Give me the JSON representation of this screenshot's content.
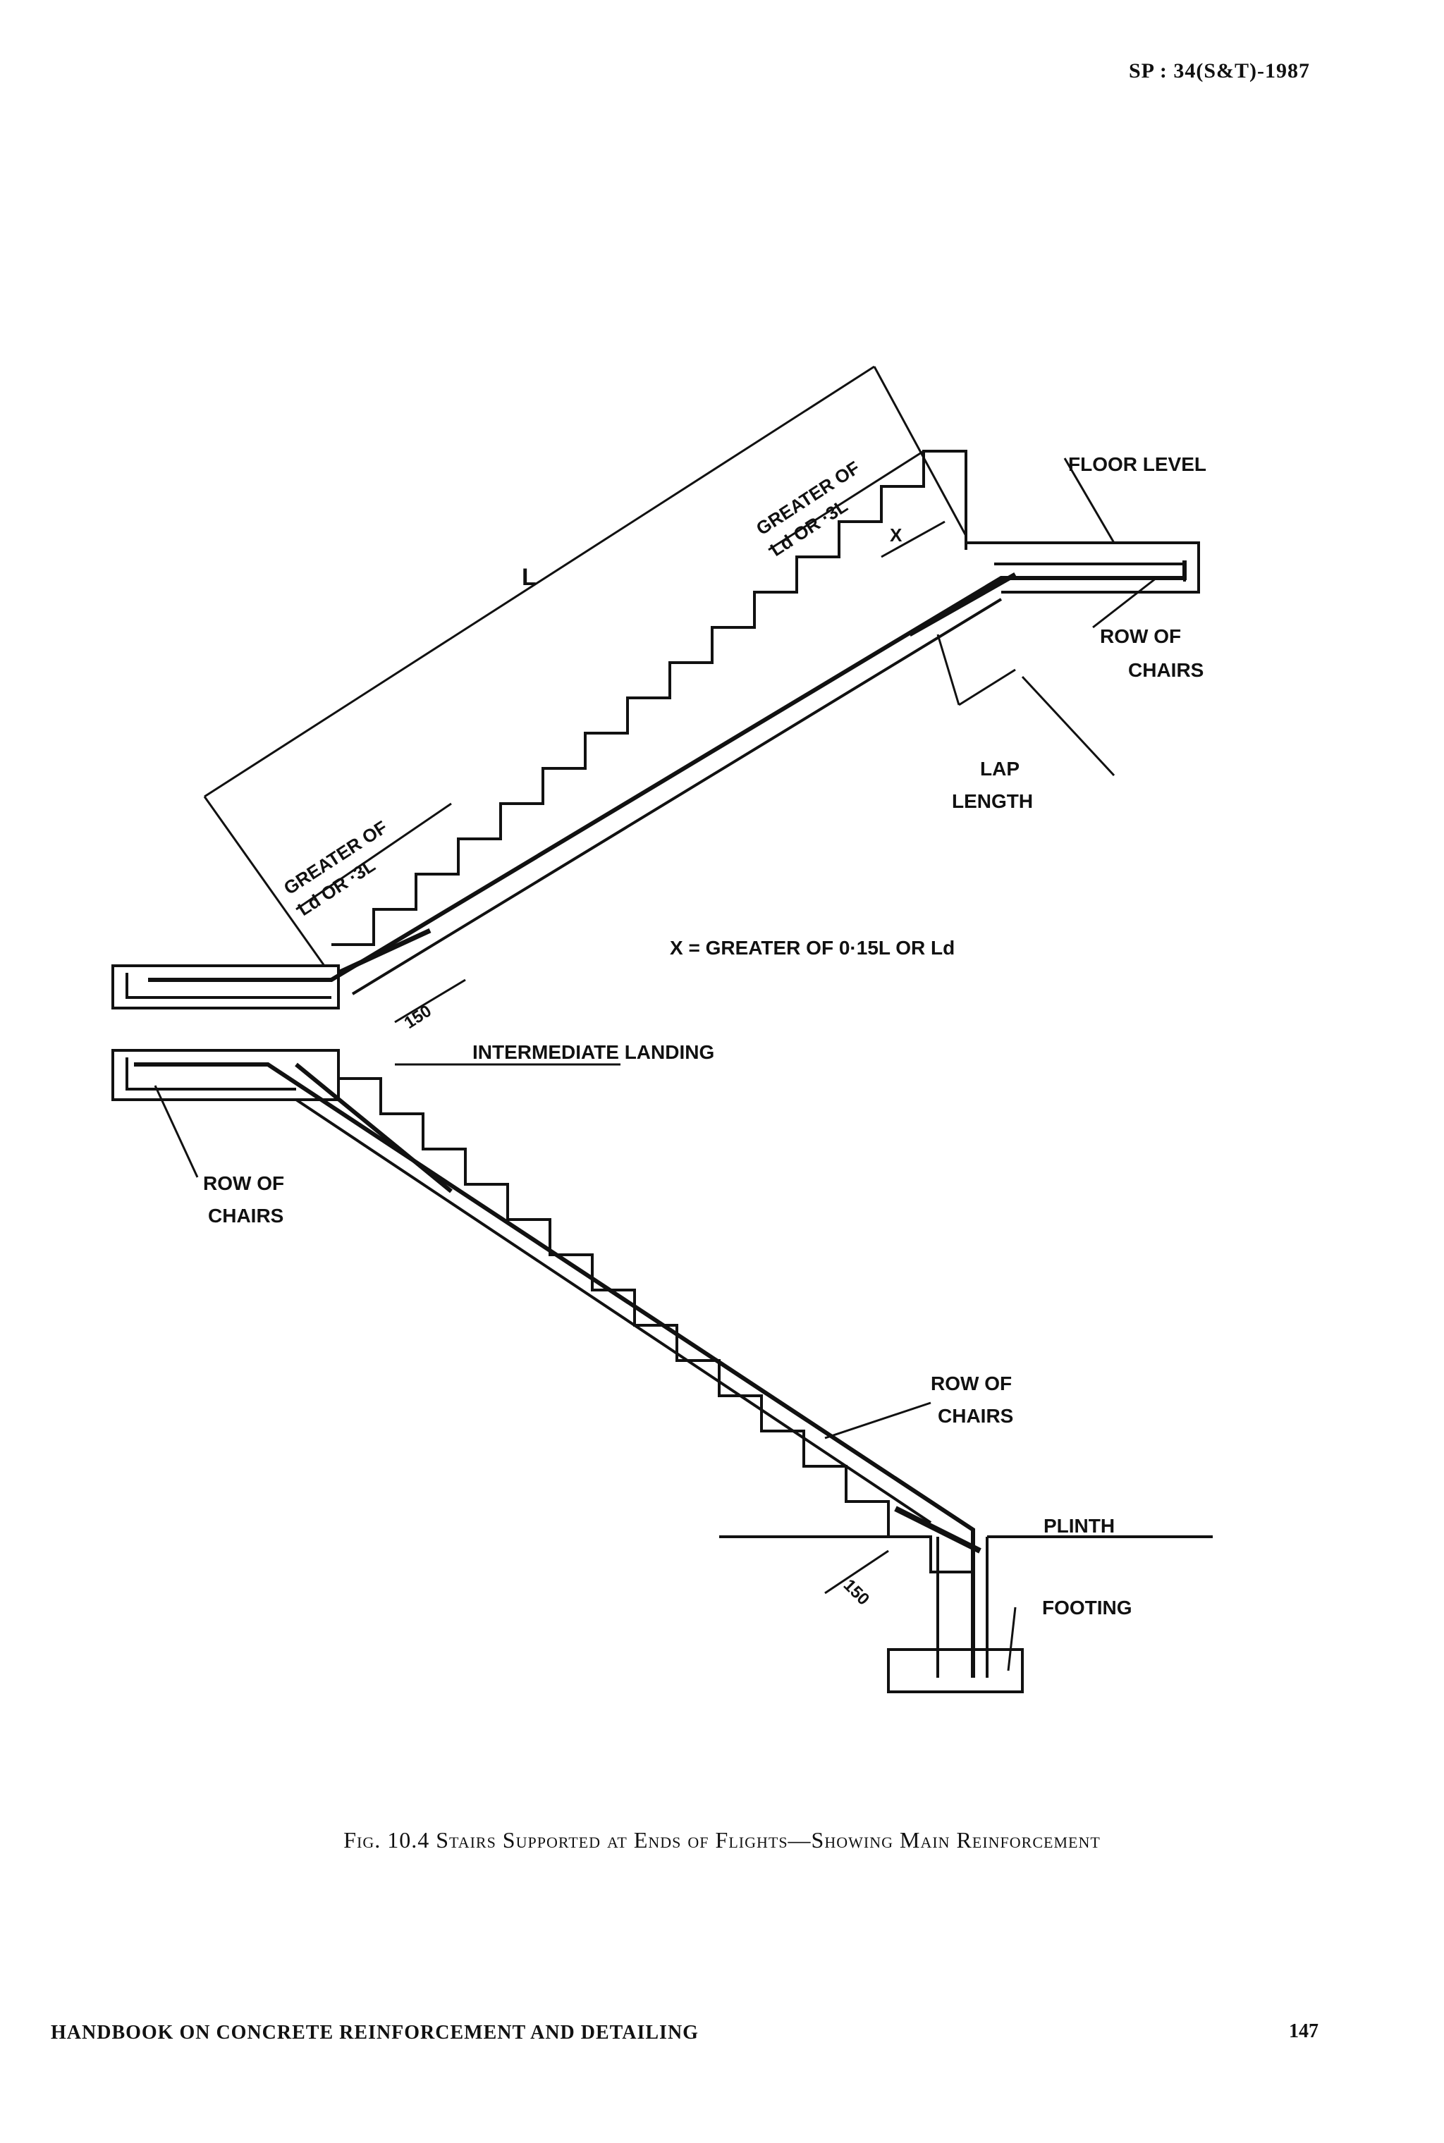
{
  "header": {
    "code": "SP : 34(S&T)-1987"
  },
  "figure": {
    "labels": {
      "floor_level": "FLOOR LEVEL",
      "row_chairs_top_1": "ROW OF",
      "row_chairs_top_2": "CHAIRS",
      "lap_1": "LAP",
      "lap_2": "LENGTH",
      "span": "L",
      "greater_top_1": "GREATER OF",
      "greater_top_2": "Ld OR ·3L",
      "greater_left_1": "GREATER OF",
      "greater_left_2": "Ld OR ·3L",
      "x_mark": "X",
      "x_formula": "X = GREATER OF 0·15L OR Ld",
      "dim_150_upper": "150",
      "intermediate_landing": "INTERMEDIATE LANDING",
      "row_chairs_left_1": "ROW OF",
      "row_chairs_left_2": "CHAIRS",
      "row_chairs_bottom_1": "ROW OF",
      "row_chairs_bottom_2": "CHAIRS",
      "plinth": "PLINTH",
      "footing": "FOOTING",
      "dim_150_lower": "150"
    }
  },
  "caption": "Fig. 10.4 Stairs Supported at Ends of Flights—Showing Main Reinforcement",
  "footer": {
    "title": "HANDBOOK ON CONCRETE REINFORCEMENT AND DETAILING",
    "page": "147"
  }
}
